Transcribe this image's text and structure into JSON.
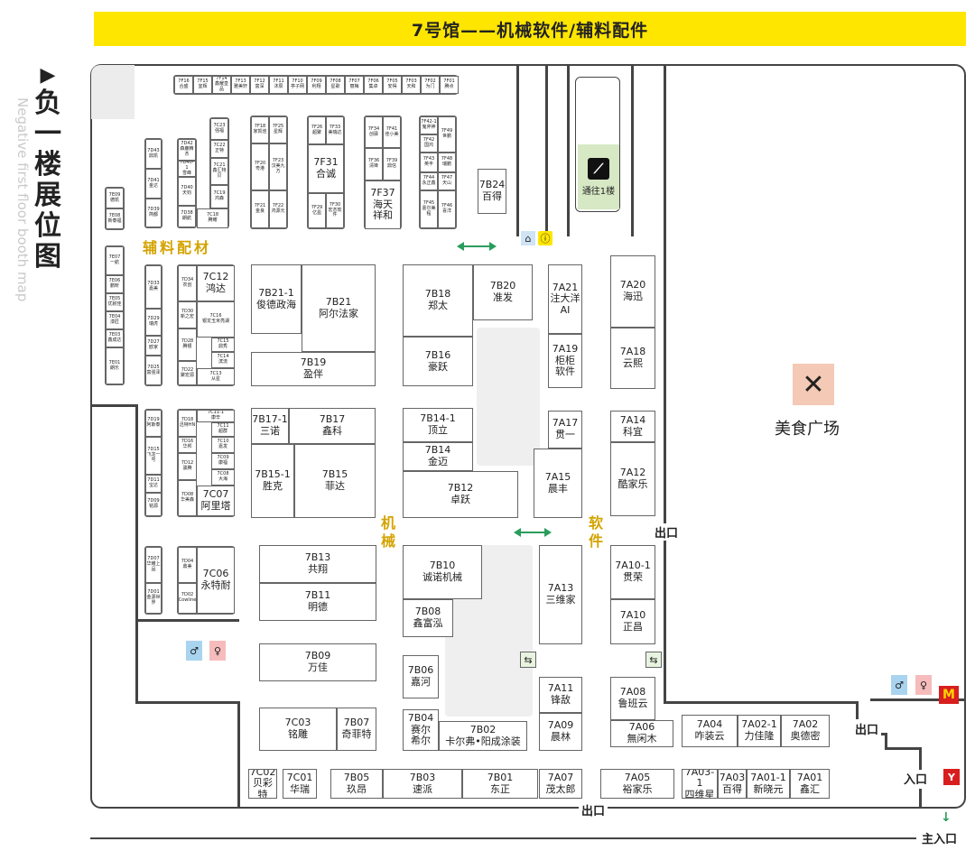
{
  "banner": {
    "title": "7号馆——机械软件/辅料配件"
  },
  "side": {
    "arrow": "▶",
    "title_chars": [
      "负",
      "一",
      "楼",
      "展",
      "位",
      "图"
    ],
    "english": "Negative first floor booth map"
  },
  "zones": {
    "auxiliary": "辅料配材",
    "machinery": [
      "机",
      "械"
    ],
    "software": [
      "软",
      "件"
    ],
    "food_court": "美食广场",
    "escalator": "通往1楼"
  },
  "exits": {
    "exit": "出口",
    "entrance": "入口",
    "main_entrance": "主入口"
  },
  "colors": {
    "banner": "#ffe600",
    "zone_label": "#d4a300",
    "arrow": "#2a9d5c",
    "food_bg": "#f4c9b5",
    "mcd": "#d81e1e"
  },
  "booths": {
    "top_row": [
      {
        "id": "7F16",
        "name": "合盛"
      },
      {
        "id": "7F15",
        "name": "宜辉"
      },
      {
        "id": "7F14",
        "name": "鑫耀皇品"
      },
      {
        "id": "7F13",
        "name": "雅美轩"
      },
      {
        "id": "7F12",
        "name": "富深"
      },
      {
        "id": "7F11",
        "name": "沐辰"
      },
      {
        "id": "7F10",
        "name": "亭子网"
      },
      {
        "id": "7F09",
        "name": "利翔"
      },
      {
        "id": "7F08",
        "name": "星歌"
      },
      {
        "id": "7F07",
        "name": "丽梅"
      },
      {
        "id": "7F06",
        "name": "集卓"
      },
      {
        "id": "7F05",
        "name": "安得"
      },
      {
        "id": "7F03",
        "name": "天和"
      },
      {
        "id": "7F02",
        "name": "为门"
      },
      {
        "id": "7F01",
        "name": "腾点"
      }
    ],
    "large": [
      {
        "id": "7C12",
        "name": "鸿达"
      },
      {
        "id": "7C07",
        "name": "阿里塔"
      },
      {
        "id": "7C06",
        "name": "永特耐"
      },
      {
        "id": "7F31",
        "name": "合诚"
      },
      {
        "id": "7F37",
        "name": "海天\n祥和"
      },
      {
        "id": "7B24",
        "name": "百得"
      },
      {
        "id": "7B21-1",
        "name": "俊德政海"
      },
      {
        "id": "7B21",
        "name": "阿尔法家"
      },
      {
        "id": "7B19",
        "name": "盈伴"
      },
      {
        "id": "7B18",
        "name": "郑太"
      },
      {
        "id": "7B20",
        "name": "准发"
      },
      {
        "id": "7B16",
        "name": "豪跃"
      },
      {
        "id": "7A21",
        "name": "注大洋\nAI"
      },
      {
        "id": "7A20",
        "name": "海迅"
      },
      {
        "id": "7A19",
        "name": "柜柜\n软件"
      },
      {
        "id": "7A18",
        "name": "云熙"
      },
      {
        "id": "7B17-1",
        "name": "三诺"
      },
      {
        "id": "7B17",
        "name": "鑫科"
      },
      {
        "id": "7B14-1",
        "name": "顶立"
      },
      {
        "id": "7A17",
        "name": "贯一"
      },
      {
        "id": "7A14",
        "name": "科宜"
      },
      {
        "id": "7B15-1",
        "name": "胜克"
      },
      {
        "id": "7B15",
        "name": "菲达"
      },
      {
        "id": "7B14",
        "name": "金迈"
      },
      {
        "id": "7B12",
        "name": "卓跃"
      },
      {
        "id": "7A15",
        "name": "晨丰"
      },
      {
        "id": "7A12",
        "name": "酷家乐"
      },
      {
        "id": "7B13",
        "name": "共翔"
      },
      {
        "id": "7B11",
        "name": "明德"
      },
      {
        "id": "7B10",
        "name": "诚诺机械"
      },
      {
        "id": "7B08",
        "name": "鑫富泓"
      },
      {
        "id": "7A13",
        "name": "三维家"
      },
      {
        "id": "7A10-1",
        "name": "贯荣"
      },
      {
        "id": "7A10",
        "name": "正昌"
      },
      {
        "id": "7B09",
        "name": "万佳"
      },
      {
        "id": "7B06",
        "name": "嘉河"
      },
      {
        "id": "7A11",
        "name": "锋敌"
      },
      {
        "id": "7A08",
        "name": "鲁班云"
      },
      {
        "id": "7C03",
        "name": "铭雕"
      },
      {
        "id": "7B07",
        "name": "奇菲特"
      },
      {
        "id": "7B04",
        "name": "赛尔\n希尔"
      },
      {
        "id": "7B02",
        "name": "卡尔弗•阳成涂装"
      },
      {
        "id": "7A09",
        "name": "晨林"
      },
      {
        "id": "7A06",
        "name": "無闲木"
      },
      {
        "id": "7A04",
        "name": "咋装云"
      },
      {
        "id": "7A02-1",
        "name": "力佳隆"
      },
      {
        "id": "7A02",
        "name": "奥德密"
      },
      {
        "id": "7C02",
        "name": "贝彩特"
      },
      {
        "id": "7C01",
        "name": "华瑞"
      },
      {
        "id": "7B05",
        "name": "玖昂"
      },
      {
        "id": "7B03",
        "name": "速派"
      },
      {
        "id": "7B01",
        "name": "东正"
      },
      {
        "id": "7A07",
        "name": "茂太郎"
      },
      {
        "id": "7A05",
        "name": "裕家乐"
      },
      {
        "id": "7A03-1",
        "name": "四维星"
      },
      {
        "id": "7A03",
        "name": "百得"
      },
      {
        "id": "7A01-1",
        "name": "新晓元"
      },
      {
        "id": "7A01",
        "name": "鑫汇"
      }
    ],
    "small": [
      {
        "id": "7E09",
        "name": "德凯"
      },
      {
        "id": "7E08",
        "name": "新泰福"
      },
      {
        "id": "7E07",
        "name": "一航"
      },
      {
        "id": "7E06",
        "name": "鹏昕"
      },
      {
        "id": "7E05",
        "name": "优耐佳"
      },
      {
        "id": "7E04",
        "name": "漆匠"
      },
      {
        "id": "7E03",
        "name": "鑫成达"
      },
      {
        "id": "7E01",
        "name": "朗乐"
      },
      {
        "id": "7D43",
        "name": "鼎凯"
      },
      {
        "id": "7D41",
        "name": "金达"
      },
      {
        "id": "7D39",
        "name": "简都"
      },
      {
        "id": "7D33",
        "name": "嘉美"
      },
      {
        "id": "7D29",
        "name": "瑞虎"
      },
      {
        "id": "7D27",
        "name": "欧家"
      },
      {
        "id": "7D25",
        "name": "富强泽"
      },
      {
        "id": "7D19",
        "name": "阿斯泰"
      },
      {
        "id": "7D15",
        "name": "飞龙一号"
      },
      {
        "id": "7D11",
        "name": "宝达"
      },
      {
        "id": "7D09",
        "name": "铭源"
      },
      {
        "id": "7D07",
        "name": "华耀上品"
      },
      {
        "id": "7D01",
        "name": "金源世界"
      },
      {
        "id": "7D42",
        "name": "森鹿精杰"
      },
      {
        "id": "7D40-1",
        "name": "雪峰"
      },
      {
        "id": "7D40",
        "name": "天钧"
      },
      {
        "id": "7D38",
        "name": "朗航"
      },
      {
        "id": "7C23",
        "name": "强福"
      },
      {
        "id": "7C22",
        "name": "正特"
      },
      {
        "id": "7C21",
        "name": "鑫汇特贝"
      },
      {
        "id": "7C19",
        "name": "鸿森"
      },
      {
        "id": "7C18",
        "name": "腾耀"
      },
      {
        "id": "7D34",
        "name": "农创"
      },
      {
        "id": "7D30",
        "name": "新之宏"
      },
      {
        "id": "7D28",
        "name": "腾银"
      },
      {
        "id": "7D22",
        "name": "聚宏源"
      },
      {
        "id": "7C16",
        "name": "银龙玉米亮湖"
      },
      {
        "id": "7C15",
        "name": "鼎秀"
      },
      {
        "id": "7C14",
        "name": "滨流"
      },
      {
        "id": "7C13",
        "name": "从星"
      },
      {
        "id": "7D18",
        "name": "迅特HN"
      },
      {
        "id": "7D16",
        "name": "华邦"
      },
      {
        "id": "7D12",
        "name": "骏腾"
      },
      {
        "id": "7D08",
        "name": "华美森"
      },
      {
        "id": "7C11-1",
        "name": "康辛"
      },
      {
        "id": "7C11",
        "name": "超群"
      },
      {
        "id": "7C10",
        "name": "嘉发"
      },
      {
        "id": "7C09",
        "name": "康福"
      },
      {
        "id": "7C08",
        "name": "大海"
      },
      {
        "id": "7D04",
        "name": "鼎美"
      },
      {
        "id": "7D02",
        "name": "Cowline"
      },
      {
        "id": "7F18",
        "name": "家凯佳"
      },
      {
        "id": "7F25",
        "name": "星辉"
      },
      {
        "id": "7F20",
        "name": "粤港"
      },
      {
        "id": "7F23",
        "name": "汉美九方"
      },
      {
        "id": "7F21",
        "name": "金良"
      },
      {
        "id": "7F22",
        "name": "鸿源元"
      },
      {
        "id": "7F26",
        "name": "超聚"
      },
      {
        "id": "7F33",
        "name": "美瑞达"
      },
      {
        "id": "7F29",
        "name": "亿盈"
      },
      {
        "id": "7F30",
        "name": "宏杰软件"
      },
      {
        "id": "7F34",
        "name": "创驿"
      },
      {
        "id": "7F41",
        "name": "佳小美"
      },
      {
        "id": "7F36",
        "name": "清锋"
      },
      {
        "id": "7F39",
        "name": "鼎信"
      },
      {
        "id": "7F42-1",
        "name": "鬼斧神"
      },
      {
        "id": "7F49",
        "name": "世鹏"
      },
      {
        "id": "7F42",
        "name": "国鸿"
      },
      {
        "id": "7F43",
        "name": "英丰"
      },
      {
        "id": "7F48",
        "name": "瑞鹏"
      },
      {
        "id": "7F44",
        "name": "永正鑫"
      },
      {
        "id": "7F47",
        "name": "天山"
      },
      {
        "id": "7F45",
        "name": "嘉尔美程"
      },
      {
        "id": "7F46",
        "name": "喜洋"
      }
    ]
  }
}
